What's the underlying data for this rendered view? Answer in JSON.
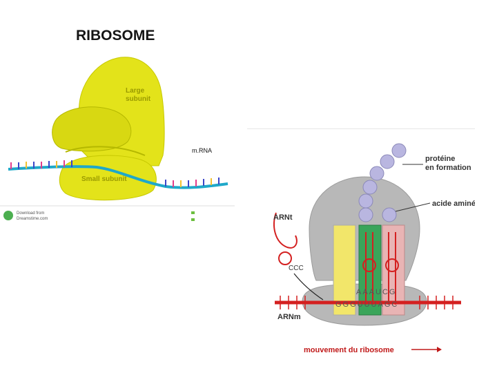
{
  "left": {
    "title": "RIBOSOME",
    "large_subunit": [
      "Large",
      "subunit"
    ],
    "small_subunit": "Small subunit",
    "mrna": "m.RNA",
    "footer_left": [
      "Download from",
      "Dreamstime.com"
    ],
    "colors": {
      "ribosome": "#e3e31a",
      "ribosome_dark": "#b5b800",
      "mrna_line": "#1fa8c9"
    }
  },
  "right": {
    "label_protein": [
      "protéine",
      "en formation"
    ],
    "label_amino": "acide aminé",
    "label_trna": "ARNt",
    "label_mrna": "ARNm",
    "label_movement": "mouvement du ribosome",
    "codon_top": "AAAUCG",
    "codon_bottom": "GGGUUUAGC",
    "trna_free_letters": "CCC",
    "colors": {
      "ribosome": "#b8b8b8",
      "mrna": "#d42020",
      "arrow_text": "#c01818",
      "site_yellow": "#f2e66a",
      "site_green": "#3aa55a",
      "site_pink": "#e8b4b4",
      "amino": "#b9b6e0"
    }
  }
}
